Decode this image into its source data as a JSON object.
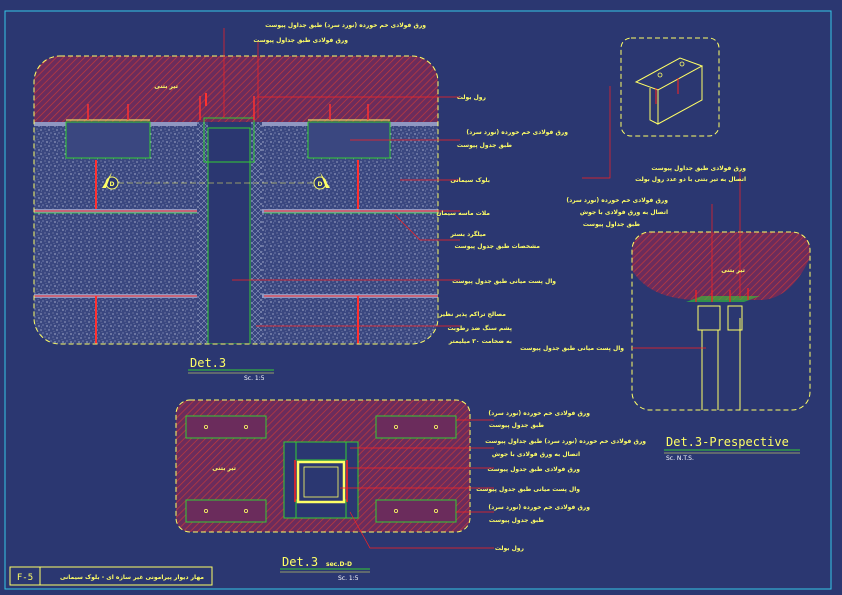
{
  "sheet": {
    "code": "F-5",
    "title": "مهار دیوار پیرامونی غیر سازه ای - بلوک سیمانی"
  },
  "det3": {
    "title": "Det.3",
    "scale": "Sc. 1:5",
    "marker": "D",
    "beam_label": "تیر بتنی",
    "labels": [
      "ورق فولادی خم خورده (نورد سرد) طبق جداول پیوست",
      "ورق فولادی طبق جداول پیوست",
      "رول بولت",
      "ورق فولادی خم خورده (نورد سرد)",
      "طبق جدول پیوست",
      "بلوک سیمانی",
      "ملات ماسه سیمان",
      "میلگرد بستر",
      "مشخصات طبق جدول پیوست",
      "وال پست میانی طبق جدول پیوست",
      "مصالح تراکم پذیر نظیر",
      "پشم سنگ ضد رطوبت",
      "به ضخامت ۳۰ میلیمتر"
    ]
  },
  "perspective": {
    "title": "Det.3-Prespective",
    "scale": "Sc. N.T.S.",
    "beam_label": "تیر بتنی",
    "labels": [
      "ورق فولادی طبق جداول پیوست",
      "اتصال به تیر بتنی با دو عدد رول بولت",
      "ورق فولادی خم خورده (نورد سرد)",
      "اتصال به ورق فولادی با جوش",
      "طبق جداول پیوست",
      "وال پست میانی طبق جدول پیوست"
    ]
  },
  "section": {
    "title": "Det.3",
    "subtitle": "sec.D-D",
    "scale": "Sc. 1:5",
    "beam_label": "تیر بتنی",
    "labels": [
      "ورق فولادی خم خورده (نورد سرد)",
      "طبق جدول پیوست",
      "ورق فولادی خم خورده (نورد سرد) طبق جداول پیوست",
      "اتصال به ورق فولادی با جوش",
      "ورق فولادی طبق جدول پیوست",
      "وال پست میانی طبق جدول پیوست",
      "ورق فولادی خم خورده (نورد سرد)",
      "طبق جدول پیوست",
      "رول بولت"
    ]
  },
  "colors": {
    "background": "#2b3771",
    "frame": "#35c7e6",
    "hatch_red": "#c23a3a",
    "hatch_fill": "#7a2d58",
    "outline_yellow": "#ffff66",
    "steel_green": "#33cc33",
    "leader_red": "#ff2020"
  }
}
